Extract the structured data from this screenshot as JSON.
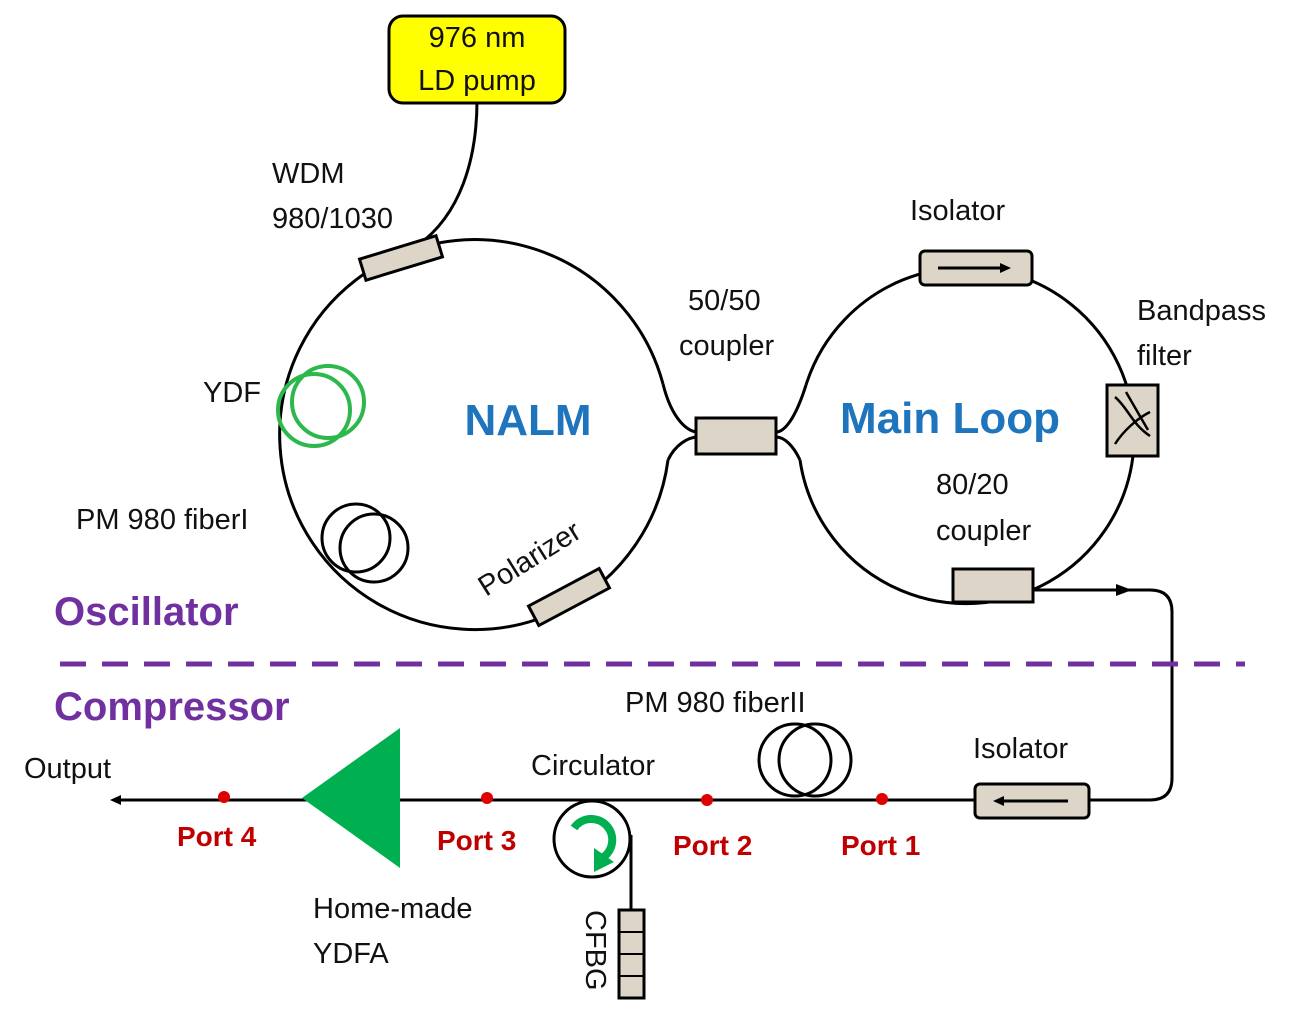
{
  "pump": {
    "line1": "976 nm",
    "line2": "LD pump"
  },
  "wdm": {
    "line1": "WDM",
    "line2": "980/1030"
  },
  "ydf_label": "YDF",
  "pm_fiber1_label": "PM 980 fiberI",
  "polarizer_label": "Polarizer",
  "nalm_label": "NALM",
  "coupler_5050": {
    "line1": "50/50",
    "line2": "coupler"
  },
  "main_loop_label": "Main Loop",
  "isolator_top_label": "Isolator",
  "bandpass": {
    "line1": "Bandpass",
    "line2": "filter"
  },
  "coupler_8020": {
    "line1": "80/20",
    "line2": "coupler"
  },
  "oscillator_label": "Oscillator",
  "compressor_label": "Compressor",
  "pm_fiber2_label": "PM 980 fiberII",
  "circulator_label": "Circulator",
  "isolator_bottom_label": "Isolator",
  "output_label": "Output",
  "ports": {
    "p1": "Port 1",
    "p2": "Port 2",
    "p3": "Port 3",
    "p4": "Port 4"
  },
  "ydfa": {
    "line1": "Home-made",
    "line2": "YDFA"
  },
  "cfbg_label": "CFBG",
  "colors": {
    "title_blue": "#1e74bd",
    "section_purple": "#7030a0",
    "port_red": "#c00000",
    "pump_yellow": "#ffff00",
    "ydf_green": "#2db84d",
    "amp_green": "#00b050",
    "component_fill": "#ddd6c8"
  }
}
